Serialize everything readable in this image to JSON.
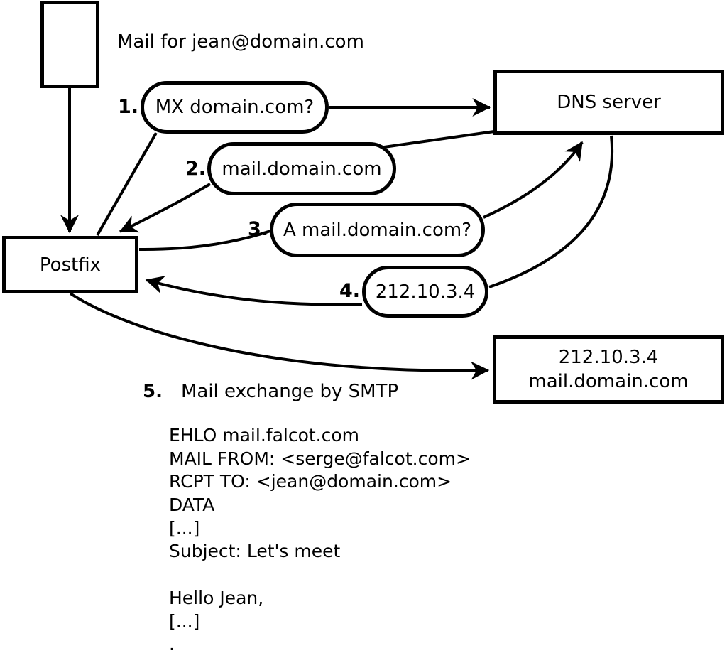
{
  "title": "Mail for jean@domain.com",
  "nodes": {
    "postfix": {
      "label": "Postfix"
    },
    "dns": {
      "label": "DNS server"
    },
    "mailserver": {
      "line1": "212.10.3.4",
      "line2": "mail.domain.com"
    }
  },
  "steps": [
    {
      "num": "1.",
      "label": "MX domain.com?"
    },
    {
      "num": "2.",
      "label": "mail.domain.com"
    },
    {
      "num": "3.",
      "label": "A mail.domain.com?"
    },
    {
      "num": "4.",
      "label": "212.10.3.4"
    },
    {
      "num": "5.",
      "label": "Mail exchange by SMTP"
    }
  ],
  "transcript": {
    "lines": [
      "EHLO mail.falcot.com",
      "MAIL FROM: <serge@falcot.com>",
      "RCPT TO: <jean@domain.com>",
      "DATA",
      "[...]",
      "Subject: Let's meet",
      "",
      "Hello Jean,",
      "[...]",
      "."
    ]
  }
}
